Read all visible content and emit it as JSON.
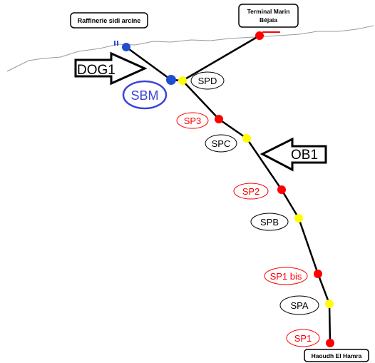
{
  "diagram": {
    "labels": {
      "refinery": "Raffinerie sidi arcine",
      "terminal_line1": "Terminal Marin",
      "terminal_line2": "Béjaia",
      "origin": "Haoudh El Hamra",
      "dog1": "DOG1",
      "ob1": "OB1",
      "sbm": "SBM"
    },
    "stations": {
      "spd": "SPD",
      "sp3": "SP3",
      "spc": "SPC",
      "sp2": "SP2",
      "spb": "SPB",
      "sp1bis": "SP1 bis",
      "spa": "SPA",
      "sp1": "SP1"
    },
    "colors": {
      "pumping_station": "#ff0000",
      "junction": "#ffff00",
      "terminal_node": "#1f4fcf",
      "sbm": "#3b45d8",
      "pipeline": "#000000",
      "coastline": "#9a9a9a"
    },
    "icons": {
      "dog1_arrow": "right-arrow-icon",
      "ob1_arrow": "left-arrow-icon"
    }
  }
}
